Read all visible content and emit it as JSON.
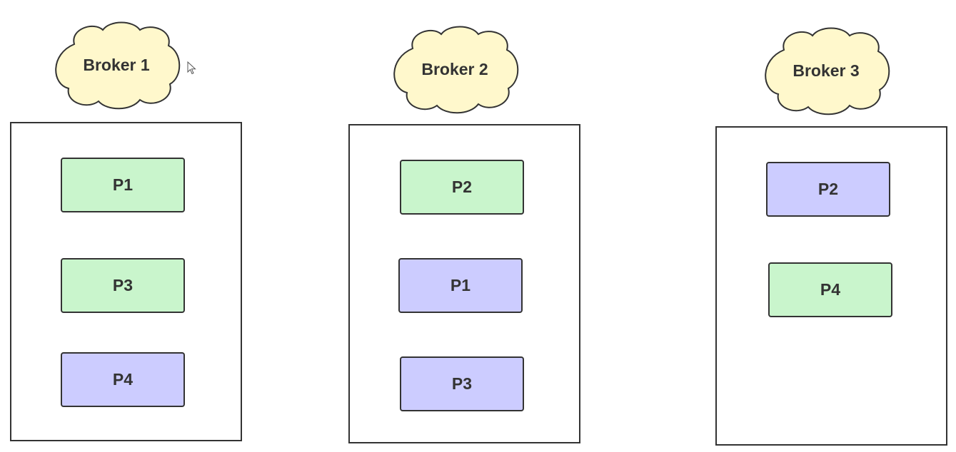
{
  "colors": {
    "cloud_fill": "#fff8cc",
    "leader_fill": "#c9f5cc",
    "follower_fill": "#ccccff",
    "stroke": "#333333"
  },
  "brokers": [
    {
      "name": "Broker 1",
      "partitions": [
        {
          "label": "P1",
          "role": "leader"
        },
        {
          "label": "P3",
          "role": "leader"
        },
        {
          "label": "P4",
          "role": "follower"
        }
      ]
    },
    {
      "name": "Broker 2",
      "partitions": [
        {
          "label": "P2",
          "role": "leader"
        },
        {
          "label": "P1",
          "role": "follower"
        },
        {
          "label": "P3",
          "role": "follower"
        }
      ]
    },
    {
      "name": "Broker 3",
      "partitions": [
        {
          "label": "P2",
          "role": "follower"
        },
        {
          "label": "P4",
          "role": "leader"
        }
      ]
    }
  ]
}
